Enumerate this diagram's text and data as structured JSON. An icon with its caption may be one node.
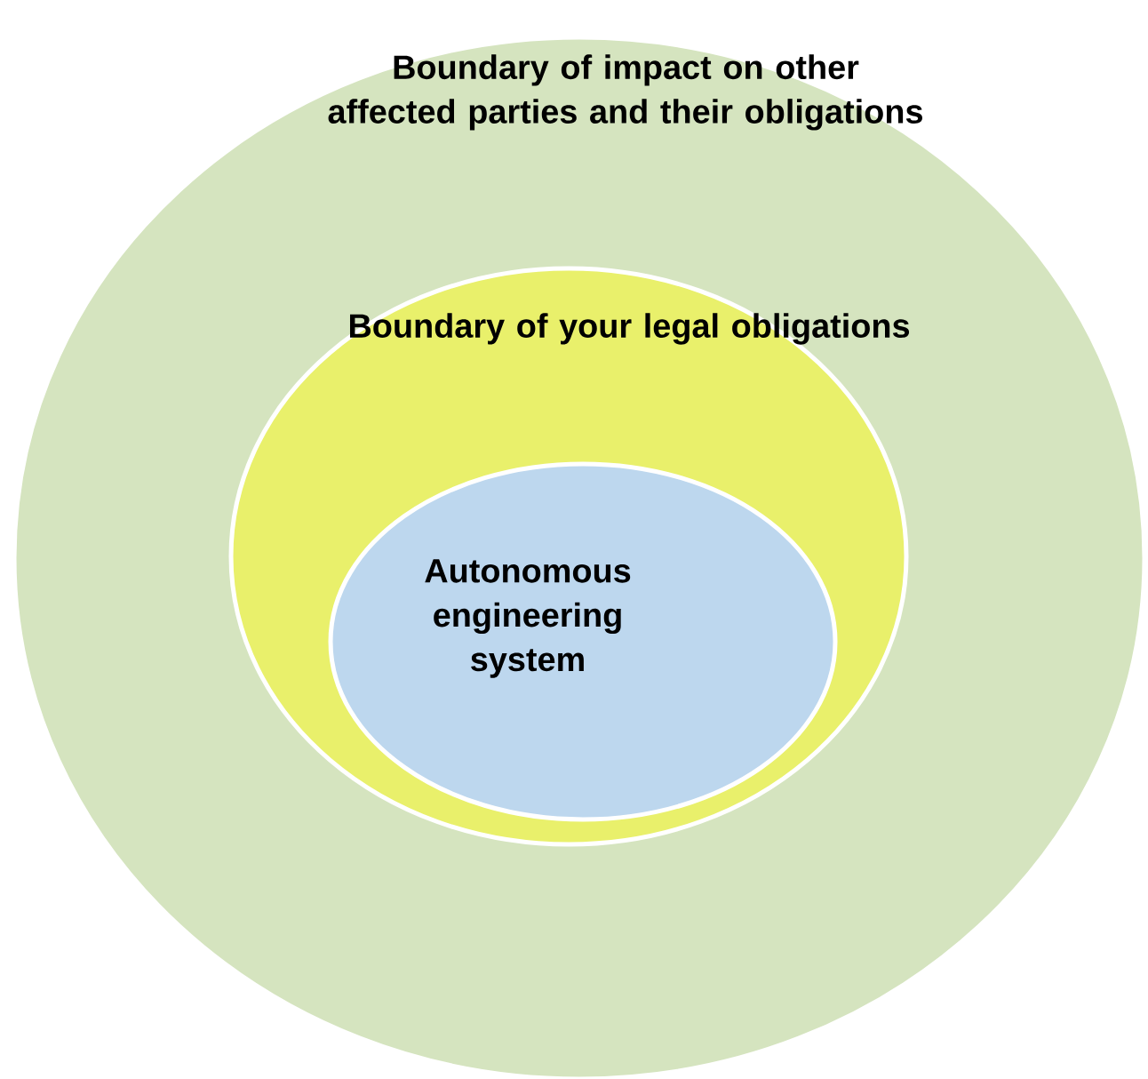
{
  "diagram": {
    "nodes": [
      {
        "text": [
          "Boundary of impact on other affected parties and their obligations"
        ]
      },
      {
        "text": [
          "Boundary of your legal obligations"
        ],
        "in": 0
      },
      {
        "text": [
          "Autonomous engineering system"
        ],
        "in": 1
      }
    ]
  }
}
